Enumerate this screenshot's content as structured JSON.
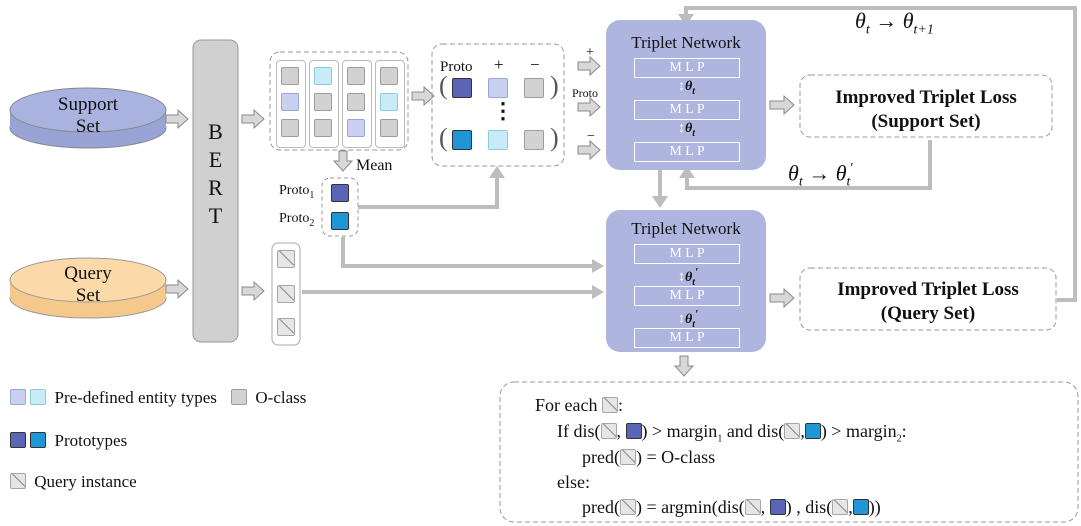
{
  "inputs": {
    "support_set": [
      "Support",
      "Set"
    ],
    "query_set": [
      "Query",
      "Set"
    ]
  },
  "encoder": {
    "letters": [
      "B",
      "E",
      "R",
      "T"
    ]
  },
  "prototype_ops": {
    "mean_label": "Mean",
    "proto1": "Proto",
    "proto1_sub": "1",
    "proto2": "Proto",
    "proto2_sub": "2",
    "header_proto": "Proto",
    "header_plus": "+",
    "header_minus": "−",
    "dots": "⋮"
  },
  "triplet_top": {
    "title": "Triplet Network",
    "mlp": [
      "M L P",
      "M L P",
      "M L P"
    ],
    "param": [
      "θ",
      "t"
    ],
    "input_labels": [
      "+",
      "Proto",
      "−"
    ]
  },
  "triplet_bottom": {
    "title": "Triplet Network",
    "mlp": [
      "M L P",
      "M L P",
      "M L P"
    ],
    "param": [
      "θ",
      "t",
      "′"
    ]
  },
  "losses": {
    "support": [
      "Improved Triplet Loss",
      "(Support Set)"
    ],
    "query": [
      "Improved Triplet Loss",
      "(Query Set)"
    ]
  },
  "updates": {
    "outer": [
      "θ",
      "t",
      "→",
      "θ",
      "t+1"
    ],
    "inner": [
      "θ",
      "t",
      "→",
      "θ",
      "t",
      "′"
    ]
  },
  "legend": {
    "entity_types": "Pre-defined entity types",
    "o_class": "O-class",
    "prototypes": "Prototypes",
    "query_instance": "Query instance"
  },
  "algorithm": {
    "line1_a": "For each",
    "line1_b": ":",
    "line2_a": "If dis(",
    "line2_b": ",",
    "line2_c": ") > margin",
    "line2_c_sub": "1",
    "line2_d": " and dis(",
    "line2_e": ",",
    "line2_f": ") > margin",
    "line2_f_sub": "2",
    "line2_g": ":",
    "line3_a": "pred(",
    "line3_b": ") = O-class",
    "line4": "else:",
    "line5_a": "pred(",
    "line5_b": ") = argmin(dis(",
    "line5_c": ",",
    "line5_d": ") , dis(",
    "line5_e": ",",
    "line5_f": "))"
  },
  "colors": {
    "support_fill": "#aab2e0",
    "query_fill": "#fbd9a8",
    "bert_fill": "#d0d0d0",
    "network_fill": "#aeb5df",
    "prototype_dark": "#5a66b5",
    "prototype_cyan": "#1f96d6",
    "arrow": "#b5b5b5"
  }
}
